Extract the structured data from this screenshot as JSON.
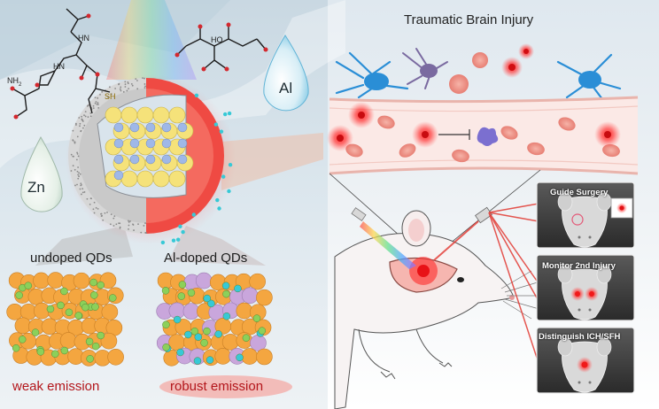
{
  "header": {
    "title": "Traumatic Brain Injury"
  },
  "drops": {
    "zn": "Zn",
    "al": "Al"
  },
  "molecule": {
    "nh2": "NH",
    "nh2_sub": "2",
    "hn1": "HN",
    "hn2": "HN",
    "sh": "SH",
    "ho": "HO"
  },
  "qds": {
    "undoped": {
      "label": "undoped QDs",
      "emission": "weak emission"
    },
    "doped": {
      "label": "Al-doped QDs",
      "emission": "robust emission"
    }
  },
  "panels": [
    {
      "label": "Guide Surgery"
    },
    {
      "label": "Monitor 2nd Injury"
    },
    {
      "label": "Distinguish ICH/SFH"
    }
  ],
  "colors": {
    "accent_red": "#e8262a",
    "emission_text": "#b3161b",
    "drop_blue": "#7ec9e6",
    "qd_orange": "#f4a640",
    "qd_green": "#8cd05a",
    "qd_purple": "#c9a6dc",
    "qd_cyan": "#37c9d6",
    "neuron_blue": "#2a8ed6"
  }
}
